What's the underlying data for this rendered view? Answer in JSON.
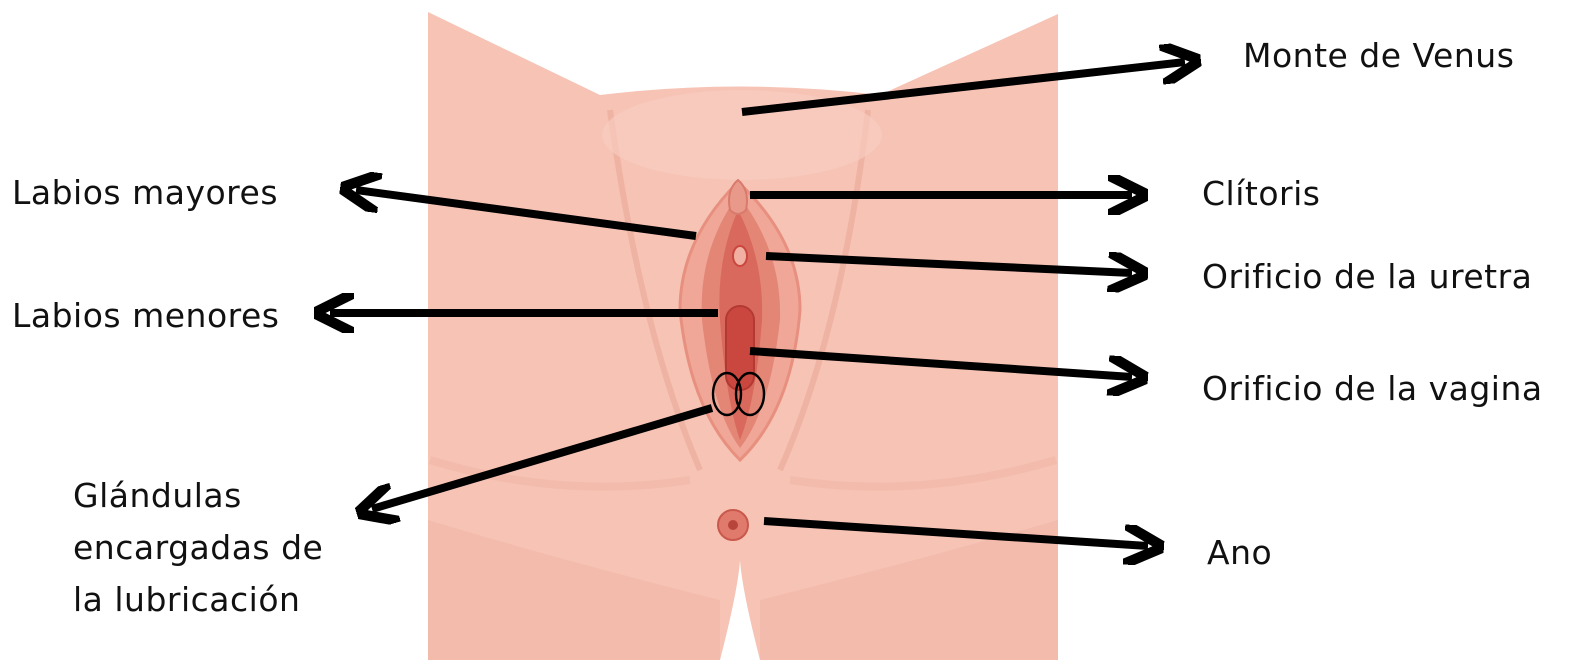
{
  "diagram": {
    "labels": {
      "monte_de_venus": "Monte de Venus",
      "clitoris": "Clítoris",
      "orificio_uretra": "Orificio de la uretra",
      "orificio_vagina": "Orificio de la vagina",
      "ano": "Ano",
      "labios_mayores": "Labios mayores",
      "labios_menores": "Labios menores",
      "glandulas": [
        "Glándulas",
        "encargadas de",
        "la lubricación"
      ]
    },
    "colors": {
      "skin": "#f5c0b2",
      "skin_shadow": "#eca999",
      "labia_outer": "#e8907f",
      "labia_inner": "#d9695c",
      "vestibule": "#c9473f",
      "arrow": "#000000",
      "text": "#111111"
    }
  }
}
